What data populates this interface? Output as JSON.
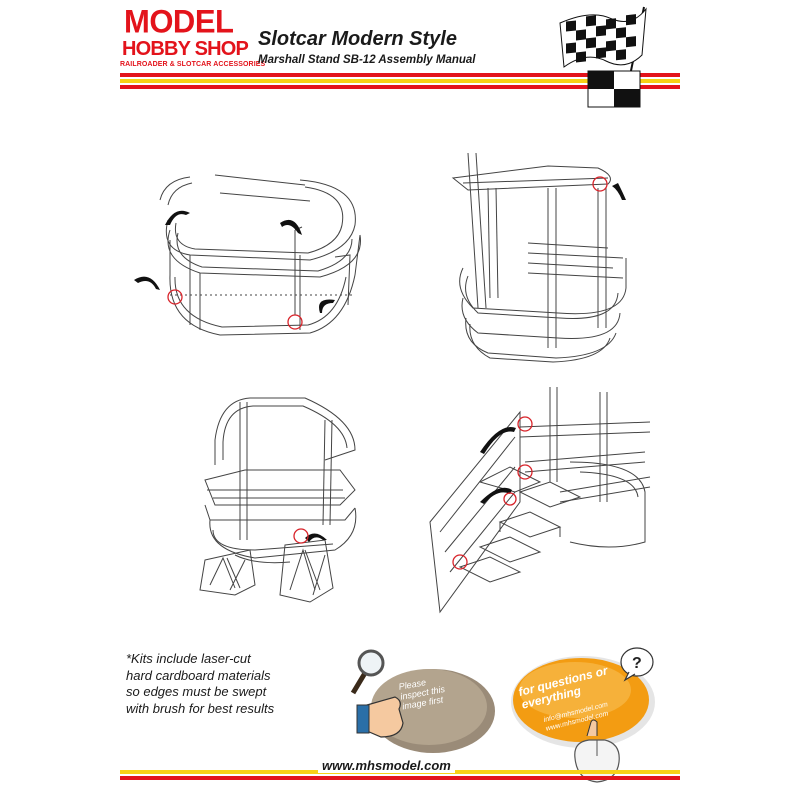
{
  "header": {
    "logo_line1": "MODEL",
    "logo_line2": "HOBBY SHOP",
    "logo_line3": "RAILROADER & SLOTCAR ACCESSORIES",
    "title": "Slotcar Modern Style",
    "subtitle": "Marshall Stand SB-12 Assembly Manual"
  },
  "note": {
    "lines": [
      "*Kits include laser-cut",
      "hard cardboard materials",
      "so edges must be swept",
      "with brush for best results"
    ]
  },
  "inspect_badge": {
    "lines": [
      "Please",
      "inspect this",
      "image first"
    ]
  },
  "contact_badge": {
    "lines": [
      "for questions or",
      "everything"
    ],
    "email_lines": [
      "info@mhsmodel.com",
      "www.mhsmodel.com"
    ]
  },
  "footer": {
    "url": "www.mhsmodel.com"
  },
  "colors": {
    "brand_red": "#e3131b",
    "brand_yellow": "#f7d117",
    "highlight_circle": "#d8232a",
    "badge_orange": "#f39c12"
  },
  "icons": [
    "checkered-flag-icon",
    "magnifier-thumbs-up-icon",
    "question-speech-icon",
    "mouse-hand-icon"
  ]
}
